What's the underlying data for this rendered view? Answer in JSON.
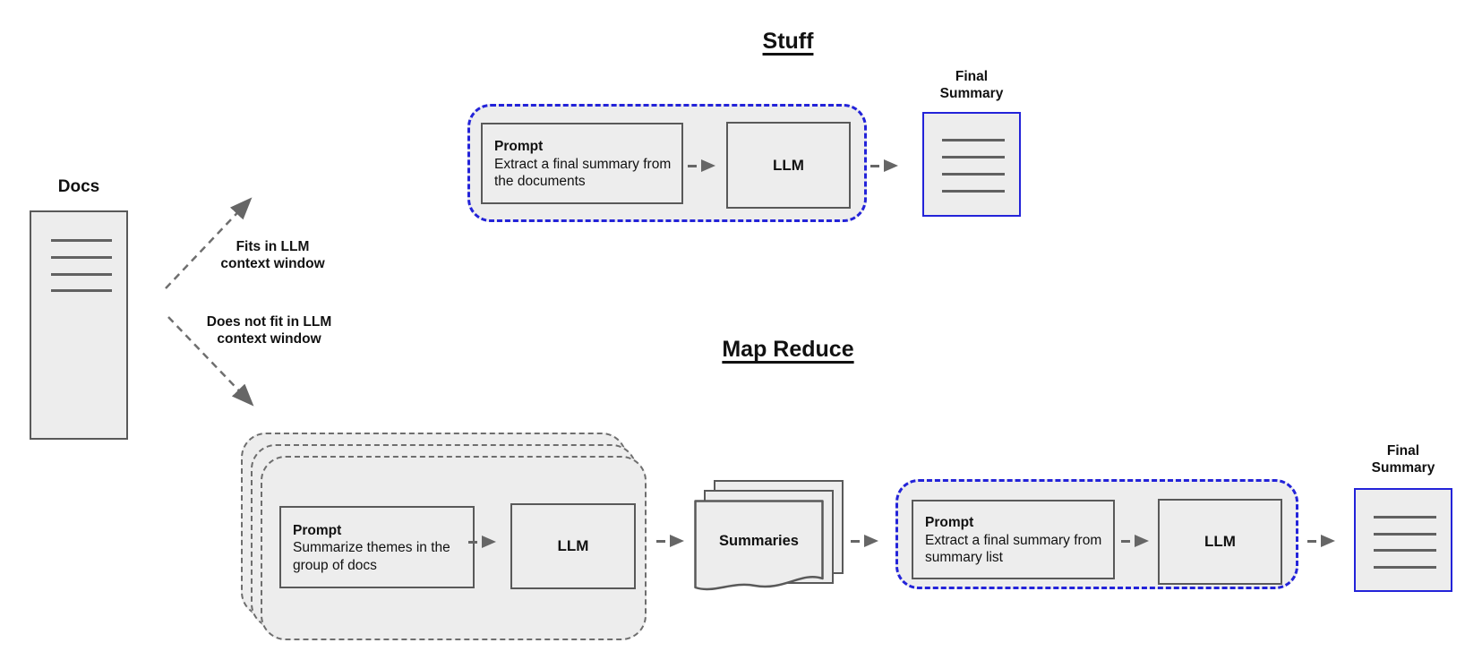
{
  "docs": {
    "label": "Docs"
  },
  "branch": {
    "fits": {
      "line1": "Fits in LLM",
      "line2": "context window"
    },
    "not_fit": {
      "line1": "Does not fit in LLM",
      "line2": "context window"
    }
  },
  "stuff": {
    "title": "Stuff",
    "prompt": {
      "title": "Prompt",
      "body": "Extract a final summary from the documents"
    },
    "llm_label": "LLM",
    "final_summary": {
      "line1": "Final",
      "line2": "Summary"
    }
  },
  "map_reduce": {
    "title": "Map Reduce",
    "map_prompt": {
      "title": "Prompt",
      "body": "Summarize themes in the group of docs"
    },
    "map_llm_label": "LLM",
    "summaries_label": "Summaries",
    "reduce_prompt": {
      "title": "Prompt",
      "body": "Extract a final summary from summary list"
    },
    "reduce_llm_label": "LLM",
    "final_summary": {
      "line1": "Final",
      "line2": "Summary"
    }
  },
  "colors": {
    "accent_blue": "#2323d9",
    "shape_fill": "#ededed",
    "shape_border": "#595959",
    "dashed_gray": "#6e6e6e",
    "arrow_gray": "#666666",
    "text": "#111111"
  }
}
